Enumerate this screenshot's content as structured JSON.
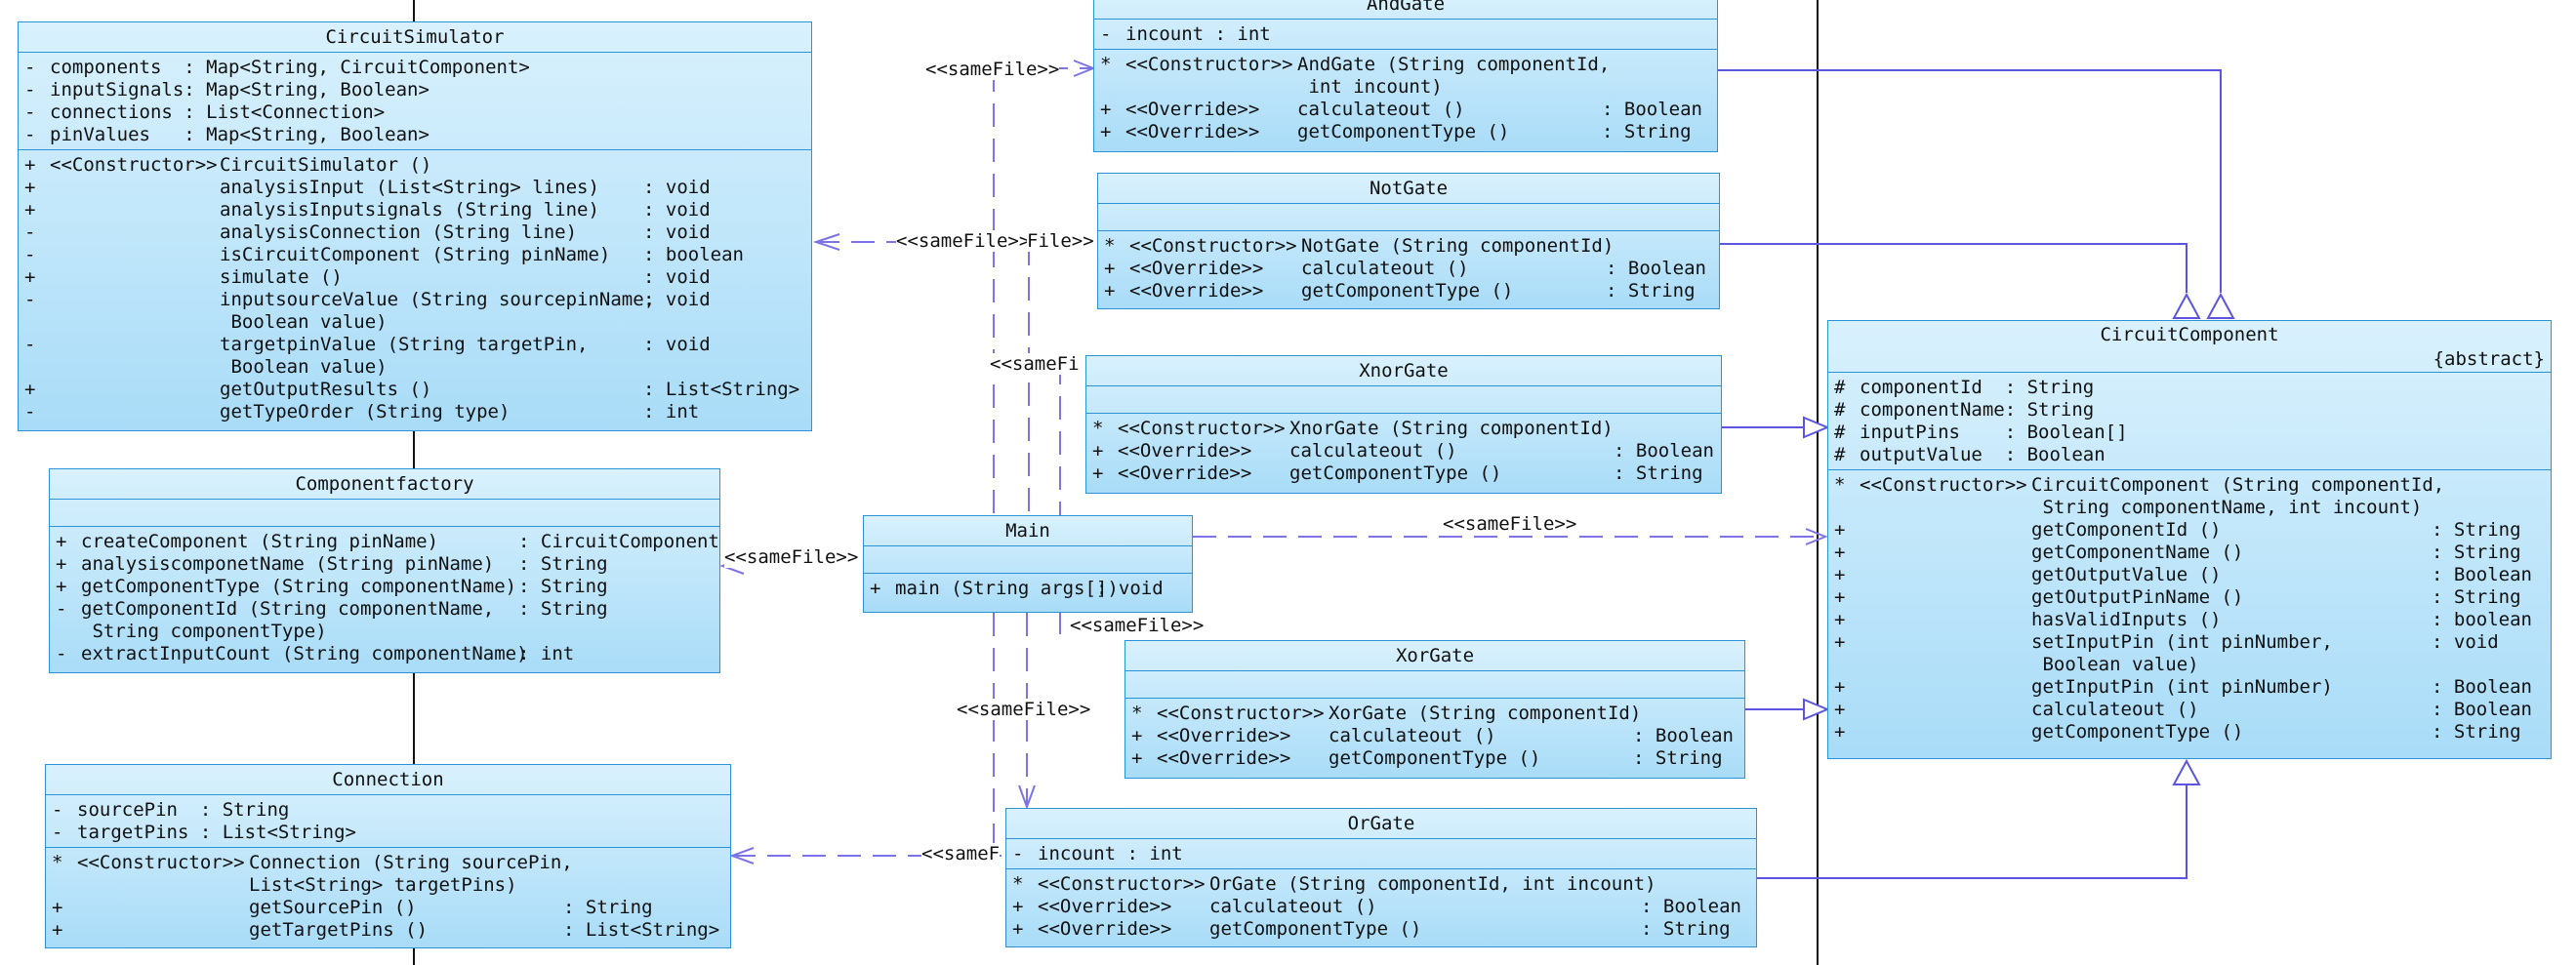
{
  "classes": {
    "circuit_simulator": {
      "name": "CircuitSimulator",
      "attributes": [
        [
          "-",
          "components  : Map<String, CircuitComponent>"
        ],
        [
          "-",
          "inputSignals: Map<String, Boolean>"
        ],
        [
          "-",
          "connections : List<Connection>"
        ],
        [
          "-",
          "pinValues   : Map<String, Boolean>"
        ]
      ],
      "operations": [
        [
          "+",
          "<<Constructor>>",
          "CircuitSimulator ()",
          ""
        ],
        [
          "+",
          "",
          "analysisInput (List<String> lines)",
          ": void"
        ],
        [
          "+",
          "",
          "analysisInputsignals (String line)",
          ": void"
        ],
        [
          "-",
          "",
          "analysisConnection (String line)",
          ": void"
        ],
        [
          "-",
          "",
          "isCircuitComponent (String pinName)",
          ": boolean"
        ],
        [
          "+",
          "",
          "simulate ()",
          ": void"
        ],
        [
          "-",
          "",
          "inputsourceValue (String sourcepinName,",
          ": void"
        ],
        [
          "",
          "",
          " Boolean value)",
          ""
        ],
        [
          "-",
          "",
          "targetpinValue (String targetPin,",
          ": void"
        ],
        [
          "",
          "",
          " Boolean value)",
          ""
        ],
        [
          "+",
          "",
          "getOutputResults ()",
          ": List<String>"
        ],
        [
          "-",
          "",
          "getTypeOrder (String type)",
          ": int"
        ]
      ]
    },
    "componentfactory": {
      "name": "Componentfactory",
      "attributes": [],
      "operations": [
        [
          "+",
          "createComponent (String pinName)",
          ": CircuitComponent"
        ],
        [
          "+",
          "analysiscomponetName (String pinName)",
          ": String"
        ],
        [
          "+",
          "getComponentType (String componentName)",
          ": String"
        ],
        [
          "-",
          "getComponentId (String componentName,",
          ": String"
        ],
        [
          "",
          " String componentType)",
          ""
        ],
        [
          "-",
          "extractInputCount (String componentName)",
          ": int"
        ]
      ]
    },
    "connection": {
      "name": "Connection",
      "attributes": [
        [
          "-",
          "sourcePin  : String"
        ],
        [
          "-",
          "targetPins : List<String>"
        ]
      ],
      "operations": [
        [
          "*",
          "<<Constructor>>",
          "Connection (String sourcePin,",
          ""
        ],
        [
          "",
          "",
          "List<String> targetPins)",
          ""
        ],
        [
          "+",
          "",
          "getSourcePin ()",
          ": String"
        ],
        [
          "+",
          "",
          "getTargetPins ()",
          ": List<String>"
        ]
      ]
    },
    "main": {
      "name": "Main",
      "attributes": [],
      "operations": [
        [
          "+",
          "main (String args[])",
          ": void"
        ]
      ]
    },
    "and_gate": {
      "name": "AndGate",
      "attributes": [
        [
          "-",
          "incount : int"
        ]
      ],
      "operations": [
        [
          "*",
          "<<Constructor>>",
          "AndGate (String componentId,",
          ""
        ],
        [
          "",
          "",
          " int incount)",
          ""
        ],
        [
          "+",
          "<<Override>>",
          "calculateout ()",
          ": Boolean"
        ],
        [
          "+",
          "<<Override>>",
          "getComponentType ()",
          ": String"
        ]
      ]
    },
    "not_gate": {
      "name": "NotGate",
      "attributes": [],
      "operations": [
        [
          "*",
          "<<Constructor>>",
          "NotGate (String componentId)",
          ""
        ],
        [
          "+",
          "<<Override>>",
          "calculateout ()",
          ": Boolean"
        ],
        [
          "+",
          "<<Override>>",
          "getComponentType ()",
          ": String"
        ]
      ]
    },
    "xnor_gate": {
      "name": "XnorGate",
      "attributes": [],
      "operations": [
        [
          "*",
          "<<Constructor>>",
          "XnorGate (String componentId)",
          ""
        ],
        [
          "+",
          "<<Override>>",
          "calculateout ()",
          ": Boolean"
        ],
        [
          "+",
          "<<Override>>",
          "getComponentType ()",
          ": String"
        ]
      ]
    },
    "xor_gate": {
      "name": "XorGate",
      "attributes": [],
      "operations": [
        [
          "*",
          "<<Constructor>>",
          "XorGate (String componentId)",
          ""
        ],
        [
          "+",
          "<<Override>>",
          "calculateout ()",
          ": Boolean"
        ],
        [
          "+",
          "<<Override>>",
          "getComponentType ()",
          ": String"
        ]
      ]
    },
    "or_gate": {
      "name": "OrGate",
      "attributes": [
        [
          "-",
          "incount : int"
        ]
      ],
      "operations": [
        [
          "*",
          "<<Constructor>>",
          "OrGate (String componentId, int incount)",
          ""
        ],
        [
          "+",
          "<<Override>>",
          "calculateout ()",
          ": Boolean"
        ],
        [
          "+",
          "<<Override>>",
          "getComponentType ()",
          ": String"
        ]
      ]
    },
    "circuit_component": {
      "name": "CircuitComponent",
      "tag": "{abstract}",
      "attributes": [
        [
          "#",
          "componentId  : String"
        ],
        [
          "#",
          "componentName: String"
        ],
        [
          "#",
          "inputPins    : Boolean[]"
        ],
        [
          "#",
          "outputValue  : Boolean"
        ]
      ],
      "operations": [
        [
          "*",
          "<<Constructor>>",
          "CircuitComponent (String componentId,",
          ""
        ],
        [
          "",
          "",
          " String componentName, int incount)",
          ""
        ],
        [
          "+",
          "",
          "getComponentId ()",
          ": String"
        ],
        [
          "+",
          "",
          "getComponentName ()",
          ": String"
        ],
        [
          "+",
          "",
          "getOutputValue ()",
          ": Boolean"
        ],
        [
          "+",
          "",
          "getOutputPinName ()",
          ": String"
        ],
        [
          "+",
          "",
          "hasValidInputs ()",
          ": boolean"
        ],
        [
          "+",
          "",
          "setInputPin (int pinNumber,",
          ": void"
        ],
        [
          "",
          "",
          " Boolean value)",
          ""
        ],
        [
          "+",
          "",
          "getInputPin (int pinNumber)",
          ": Boolean"
        ],
        [
          "+",
          "",
          "calculateout ()",
          ": Boolean"
        ],
        [
          "+",
          "",
          "getComponentType ()",
          ": String"
        ]
      ]
    }
  },
  "labels": {
    "samefile": "<<sameFile>>",
    "samefile_partial": "<<sameFi",
    "samefile_tail": "File>>",
    "samefile_cut": "<<sameF"
  },
  "colors": {
    "box_border": "#2a94d6",
    "box_top": "#d9f1fd",
    "box_bottom": "#a9dcf8",
    "dependency_line": "#7b73e6",
    "generalization_line": "#5c55e0",
    "association_line": "#111111"
  }
}
